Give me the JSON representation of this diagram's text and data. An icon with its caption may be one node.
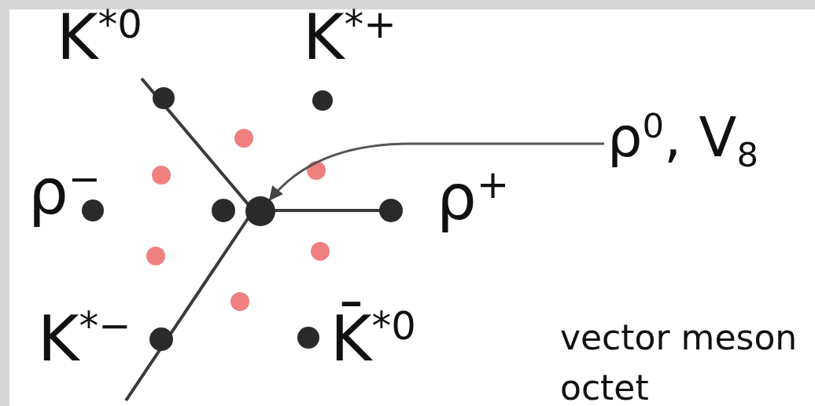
{
  "diagram": {
    "nodes": [
      {
        "text": [
          "ρ$^{0}$, V$_{8}$"
        ]
      },
      {
        "text": [],
        "shape": "circle"
      }
    ],
    "edges": [
      {
        "from": 0,
        "to": 1,
        "arrow": "to"
      }
    ],
    "labels": [
      "K$^{*0}$",
      "K$^{*+}$",
      "ρ$^{−}$",
      "ρ$^{+}$",
      "K$^{*−}$",
      "K̄$^{*0}$",
      "vector meson octet"
    ]
  }
}
